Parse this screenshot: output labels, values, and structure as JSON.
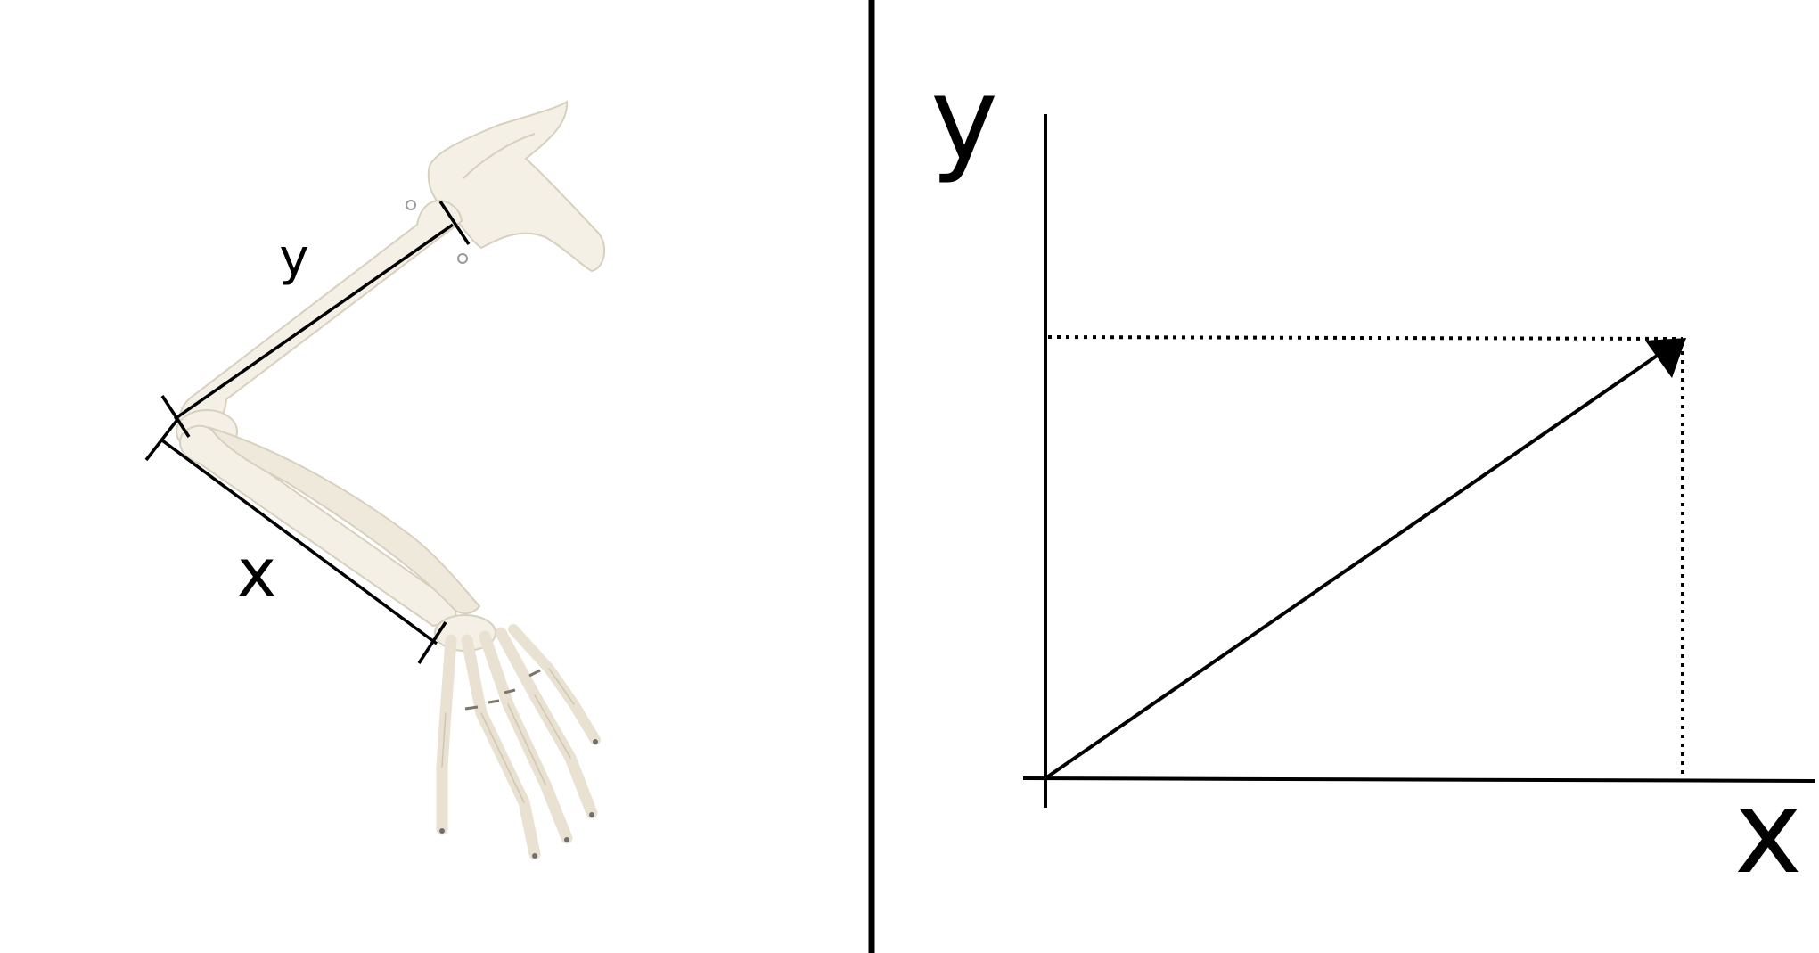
{
  "colors": {
    "background": "#ffffff",
    "ink": "#000000",
    "bone": "#f4f0e6",
    "bone_outline": "#d8d0bf",
    "bone_shadow": "#e6dfd0"
  },
  "arm_figure": {
    "upper_arm_label": "y",
    "forearm_label": "x",
    "image_icon": "skeleton-arm-illustration"
  },
  "vector_diagram": {
    "y_axis_label": "y",
    "x_axis_label": "x",
    "guide_style": "dotted",
    "vector_style": "arrow"
  }
}
